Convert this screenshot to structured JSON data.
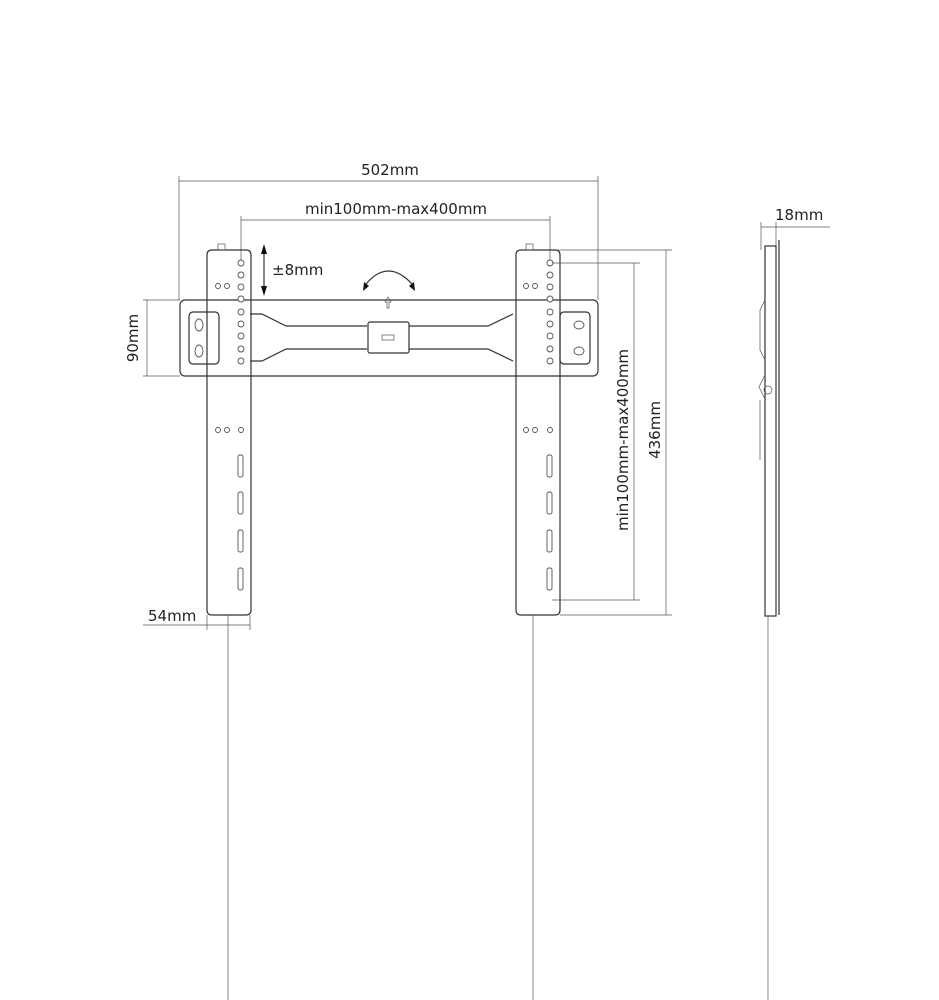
{
  "dimensions": {
    "overall_width": "502mm",
    "vesa_horizontal": "min100mm-max400mm",
    "vertical_adjust": "±8mm",
    "rail_height": "90mm",
    "arm_width": "54mm",
    "overall_height": "436mm",
    "vesa_vertical": "min100mm-max400mm",
    "depth": "18mm"
  }
}
